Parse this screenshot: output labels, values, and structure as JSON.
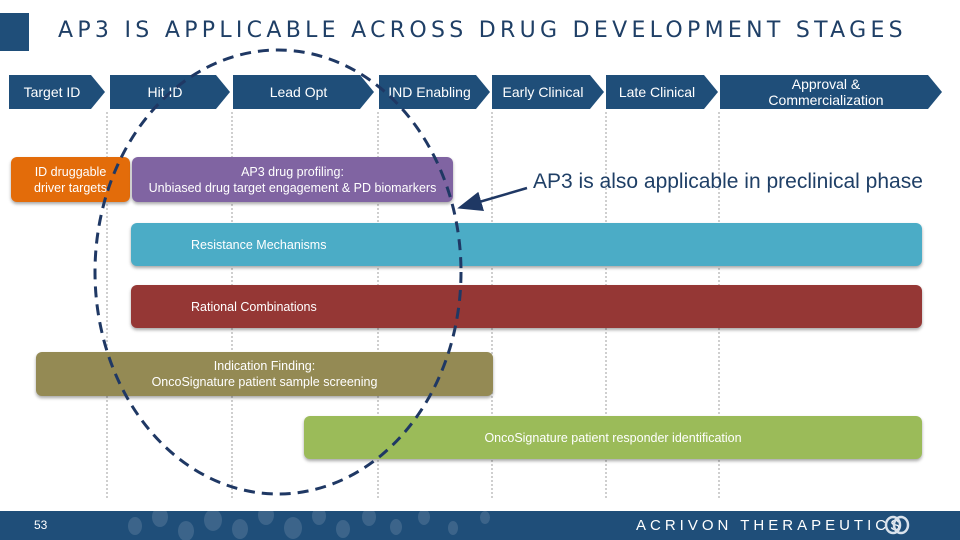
{
  "slide": {
    "title": "AP3 IS APPLICABLE ACROSS DRUG DEVELOPMENT STAGES",
    "page_number": "53",
    "brand": "ACRIVON THERAPEUTICS",
    "callout": "AP3 is also applicable in preclinical phase"
  },
  "stages": [
    {
      "label": "Target ID"
    },
    {
      "label": "Hit ID"
    },
    {
      "label": "Lead Opt"
    },
    {
      "label": "IND Enabling"
    },
    {
      "label": "Early Clinical"
    },
    {
      "label": "Late Clinical"
    },
    {
      "label": "Approval &\nCommercialization",
      "line1": "Approval &",
      "line2": "Commercialization"
    }
  ],
  "bars": {
    "id_targets": {
      "line1": "ID druggable",
      "line2": "driver targets",
      "color": "#e36c0a"
    },
    "ap3_profiling": {
      "line1": "AP3 drug profiling:",
      "line2": "Unbiased drug target engagement & PD biomarkers",
      "color": "#8064a2"
    },
    "resistance": {
      "label": "Resistance Mechanisms",
      "color": "#4bacc6"
    },
    "combinations": {
      "label": "Rational Combinations",
      "color": "#953735"
    },
    "indication": {
      "line1": "Indication Finding:",
      "line2": "OncoSignature patient sample screening",
      "color": "#948a54"
    },
    "responder": {
      "label": "OncoSignature patient responder identification",
      "color": "#9bbb59"
    }
  },
  "colors": {
    "primary_navy": "#1f4e79",
    "ellipse_dash": "#1f3864"
  }
}
